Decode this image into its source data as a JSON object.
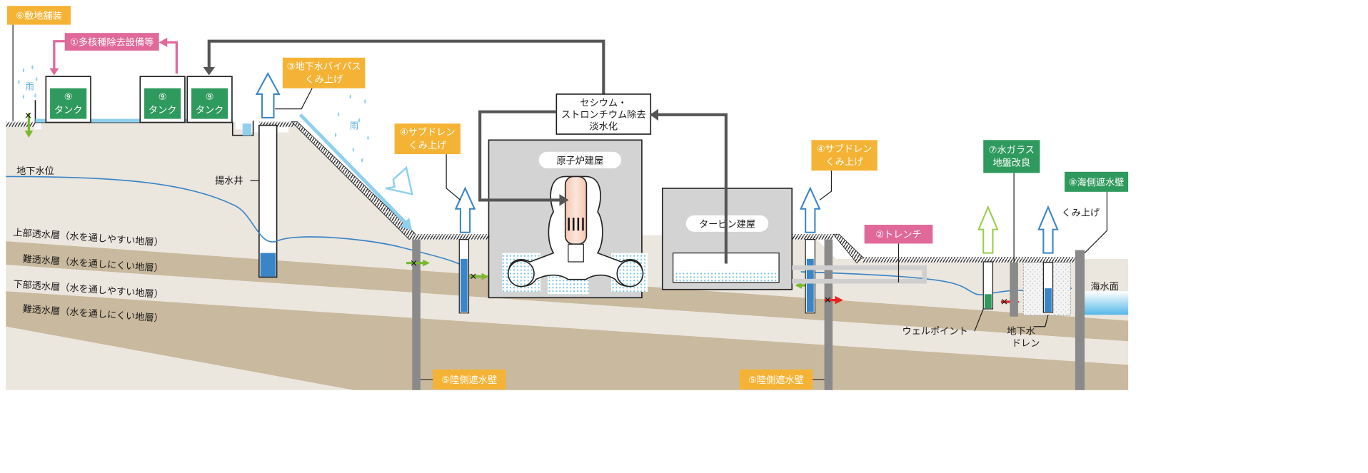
{
  "labels": {
    "paving": "⑥敷地舗装",
    "multi_nuclide": "①多核種除去設備等",
    "bypass_line1": "③地下水バイパス",
    "bypass_line2": "くみ上げ",
    "subdrain_line1": "④サブドレン",
    "subdrain_line2": "くみ上げ",
    "trench": "②トレンチ",
    "water_glass_line1": "⑦水ガラス",
    "water_glass_line2": "地盤改良",
    "sea_wall": "⑧海側遮水壁",
    "land_wall": "⑤陸側遮水壁",
    "cesium_line1": "セシウム・",
    "cesium_line2": "ストロンチウム除去",
    "cesium_line3": "淡水化",
    "reactor_building": "原子炉建屋",
    "turbine_building": "タービン建屋",
    "tank_num": "⑨",
    "tank": "タンク",
    "rain": "雨",
    "groundwater_level": "地下水位",
    "pumping_well": "揚水井",
    "upper_permeable": "上部透水層（水を通しやすい地層）",
    "low_permeable": "難透水層（水を通しにくい地層）",
    "lower_permeable": "下部透水層（水を通しやすい地層）",
    "well_point": "ウェルポイント",
    "gw_drain_line1": "地下水",
    "gw_drain_line2": "ドレン",
    "pump_up": "くみ上げ",
    "sea_level": "海水面"
  },
  "colors": {
    "orange_tag": "#f5b335",
    "pink_tag": "#e0699a",
    "green_tag": "#2f9a5d",
    "water_blue": "#3a85c7",
    "light_blue": "#8fd0ef",
    "building_gray": "#d3d3d3",
    "arrow_gray": "#555555"
  }
}
